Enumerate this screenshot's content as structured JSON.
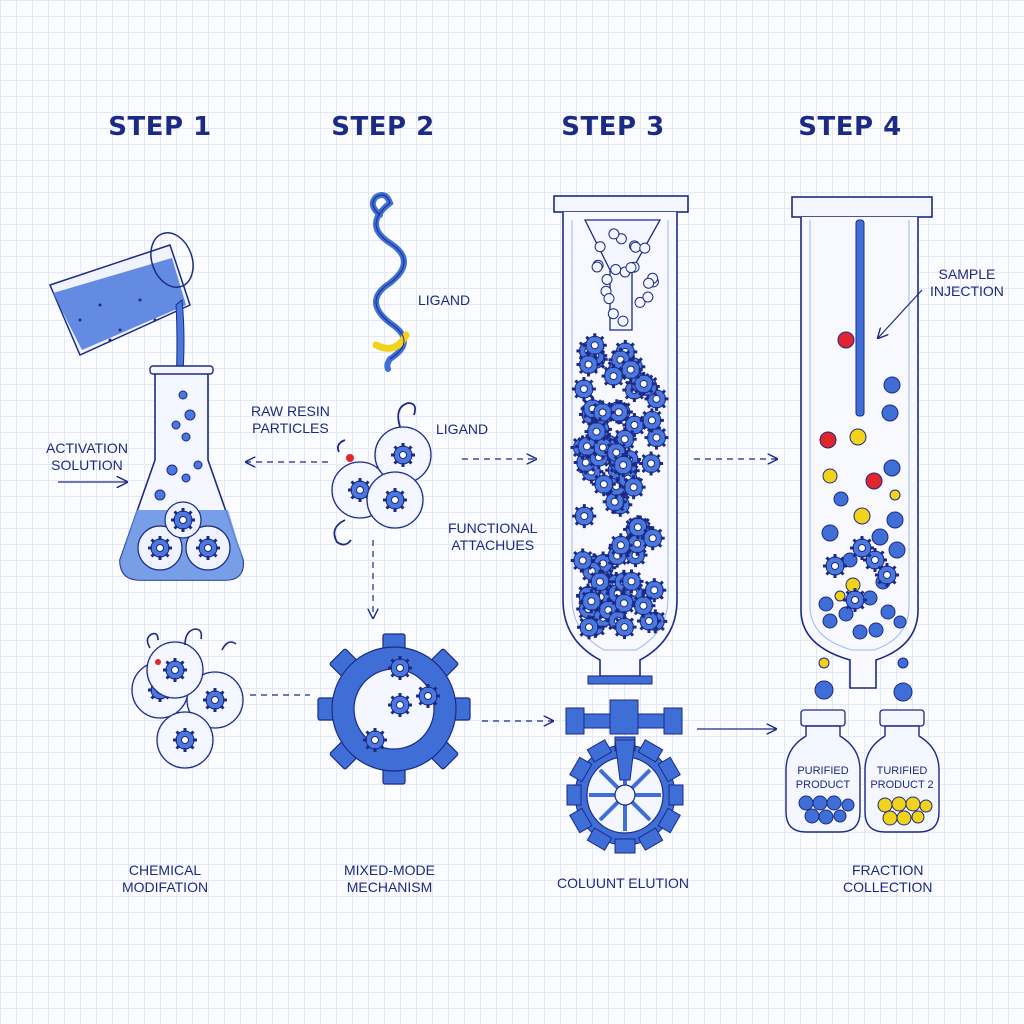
{
  "steps": [
    "STEP 1",
    "STEP 2",
    "STEP 3",
    "STEP 4"
  ],
  "labels": {
    "activation_solution": [
      "ACTIVATION",
      "SOLUTION"
    ],
    "raw_resin_particles": [
      "RAW RESIN",
      "PARTICLES"
    ],
    "ligand_top": "LIGAND",
    "ligand_mid": "LIGAND",
    "functional_attaches": [
      "FUNCTIONAL",
      "ATTACHUES"
    ],
    "sample_injection": [
      "SAMPLE",
      "INJECTION"
    ],
    "chemical_modification": [
      "CHEMICAL",
      "MODIFATION"
    ],
    "mixed_mode_mechanism": [
      "MIXED-MODE",
      "MECHANISM"
    ],
    "column_elution": "COLUUNT ELUTION",
    "fraction_collection": [
      "FRACTION",
      "COLLECTION"
    ],
    "purified_product_1": [
      "PURIFIED",
      "PRODUCT"
    ],
    "purified_product_2": [
      "TURIFIED",
      "PRODUCT 2"
    ]
  },
  "colors": {
    "ink": "#1c2a86",
    "blue": "#3f6fd6",
    "light_blue": "#9db8f0",
    "red": "#e0262a",
    "yellow": "#f1d31c"
  }
}
